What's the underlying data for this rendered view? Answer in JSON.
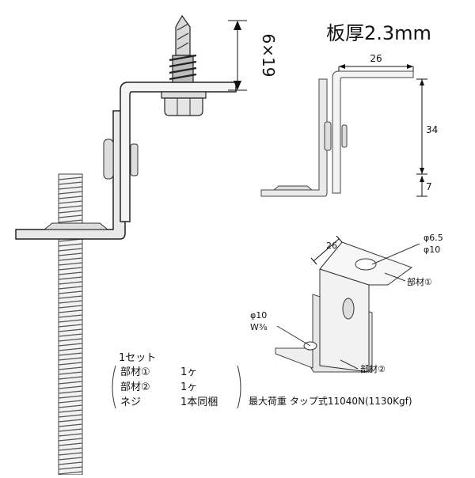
{
  "thickness_label": "板厚2.3mm",
  "screw_dim": "6×19",
  "side_view": {
    "width": "26",
    "height_upper": "34",
    "height_lower": "7"
  },
  "iso_view": {
    "width": "26",
    "hole_dia_1": "φ6.5",
    "hole_dia_2": "φ10",
    "part1": "部材①",
    "hole2_dia": "φ10",
    "hole2_thread": "W⅜",
    "part2": "部材②"
  },
  "set_list": {
    "title": "1セット",
    "items": [
      {
        "name": "部材①",
        "qty": "1ヶ"
      },
      {
        "name": "部材②",
        "qty": "1ヶ"
      },
      {
        "name": "ネジ",
        "qty": "1本同梱"
      }
    ]
  },
  "max_load": "最大荷重 タップ式11040N(1130Kgf)"
}
